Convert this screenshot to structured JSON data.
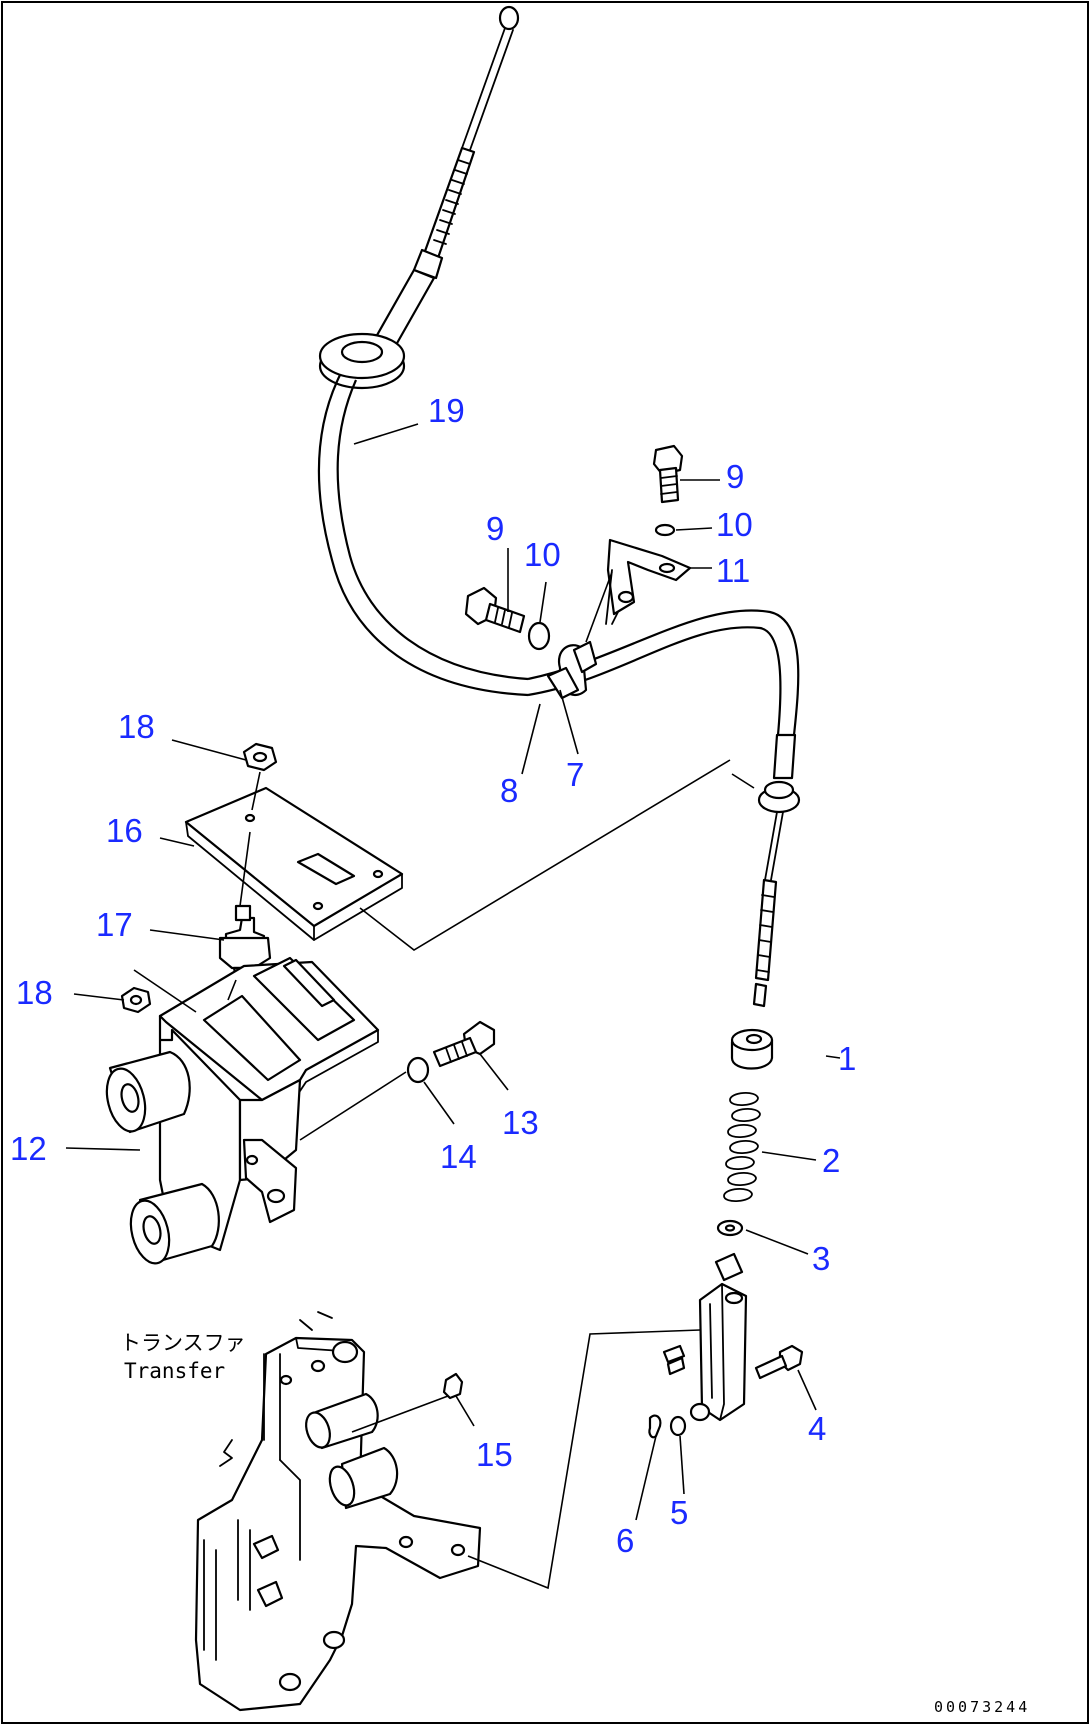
{
  "diagram": {
    "type": "exploded-parts-diagram",
    "note": {
      "japanese": "トランスファ",
      "english": "Transfer"
    },
    "drawing_code": "00073244",
    "callouts": [
      {
        "id": "c1",
        "label": "1"
      },
      {
        "id": "c2",
        "label": "2"
      },
      {
        "id": "c3",
        "label": "3"
      },
      {
        "id": "c4",
        "label": "4"
      },
      {
        "id": "c5",
        "label": "5"
      },
      {
        "id": "c6",
        "label": "6"
      },
      {
        "id": "c7",
        "label": "7"
      },
      {
        "id": "c8",
        "label": "8"
      },
      {
        "id": "c9a",
        "label": "9"
      },
      {
        "id": "c9b",
        "label": "9"
      },
      {
        "id": "c10a",
        "label": "10"
      },
      {
        "id": "c10b",
        "label": "10"
      },
      {
        "id": "c11",
        "label": "11"
      },
      {
        "id": "c12",
        "label": "12"
      },
      {
        "id": "c13",
        "label": "13"
      },
      {
        "id": "c14",
        "label": "14"
      },
      {
        "id": "c15",
        "label": "15"
      },
      {
        "id": "c16",
        "label": "16"
      },
      {
        "id": "c17",
        "label": "17"
      },
      {
        "id": "c18a",
        "label": "18"
      },
      {
        "id": "c18b",
        "label": "18"
      },
      {
        "id": "c19",
        "label": "19"
      }
    ],
    "colors": {
      "callout": "#1a2aff",
      "line": "#000000",
      "background": "#ffffff"
    }
  }
}
